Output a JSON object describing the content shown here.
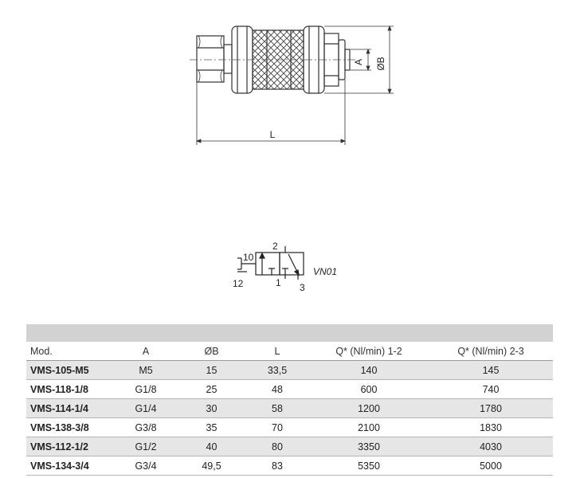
{
  "drawing": {
    "dim_a": "A",
    "dim_b": "ØB",
    "dim_l": "L"
  },
  "schematic": {
    "ports": [
      "2",
      "10",
      "12",
      "1",
      "3"
    ],
    "code": "VN01"
  },
  "table": {
    "headers": [
      "Mod.",
      "A",
      "ØB",
      "L",
      "Q* (Nl/min) 1-2",
      "Q* (Nl/min) 2-3"
    ],
    "rows": [
      [
        "VMS-105-M5",
        "M5",
        "15",
        "33,5",
        "140",
        "145"
      ],
      [
        "VMS-118-1/8",
        "G1/8",
        "25",
        "48",
        "600",
        "740"
      ],
      [
        "VMS-114-1/4",
        "G1/4",
        "30",
        "58",
        "1200",
        "1780"
      ],
      [
        "VMS-138-3/8",
        "G3/8",
        "35",
        "70",
        "2100",
        "1830"
      ],
      [
        "VMS-112-1/2",
        "G1/2",
        "40",
        "80",
        "3350",
        "4030"
      ],
      [
        "VMS-134-3/4",
        "G3/4",
        "49,5",
        "83",
        "5350",
        "5000"
      ]
    ]
  }
}
